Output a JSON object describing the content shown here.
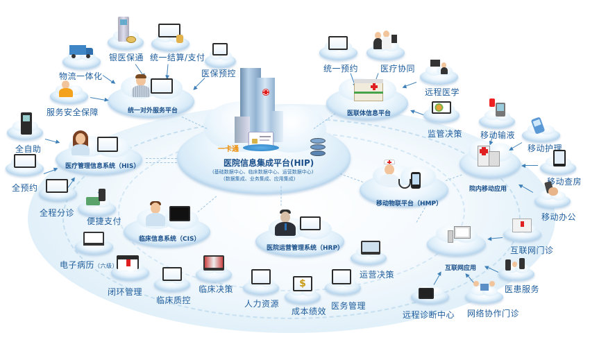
{
  "central_platform": {
    "title": "医院信息集成平台(HIP)",
    "subtitle_line1": "(基础数据中心、临床数据中心、运营数据中心)",
    "subtitle_line2": "(数据集成、业务集成、应用集成)",
    "card_label": "一卡通"
  },
  "hubs": {
    "external": {
      "label": "统一对外服务平台",
      "items": [
        "银医保通",
        "统一结算/支付",
        "医保预控",
        "物流一体化",
        "服务安全保障"
      ]
    },
    "alliance": {
      "label": "医联体信息平台",
      "items": [
        "统一预约",
        "医疗协同",
        "远程医学",
        "监管决策"
      ]
    },
    "mobile_in_hospital": {
      "label": "院内移动应用",
      "items": [
        "移动输液",
        "移动护理",
        "移动查房",
        "移动办公"
      ]
    },
    "his": {
      "label": "医疗管理信息系统（HIS）",
      "items": [
        "全自助",
        "全预约",
        "全程分诊",
        "便捷支付"
      ]
    },
    "hmp": {
      "label": "移动物联平台（HMP）"
    },
    "cis": {
      "label": "临床信息系统（CIS）",
      "items": [
        "电子病历",
        "闭环管理",
        "临床质控",
        "临床决策"
      ],
      "emr_level": "（六级）"
    },
    "hrp": {
      "label": "医院运营管理系统（HRP）",
      "items": [
        "人力资源",
        "成本绩效",
        "医务管理",
        "运营决策"
      ]
    },
    "internet": {
      "label": "互联网应用",
      "items": [
        "互联网门诊",
        "医患服务",
        "网络协作门诊",
        "远程诊断中心"
      ]
    }
  },
  "colors": {
    "label_blue": "#1f5d9c",
    "hub_blue": "#1a4f8a",
    "arrow_blue": "#3e7fb8",
    "card_orange": "#f08c00",
    "cross_red": "#e02020"
  }
}
